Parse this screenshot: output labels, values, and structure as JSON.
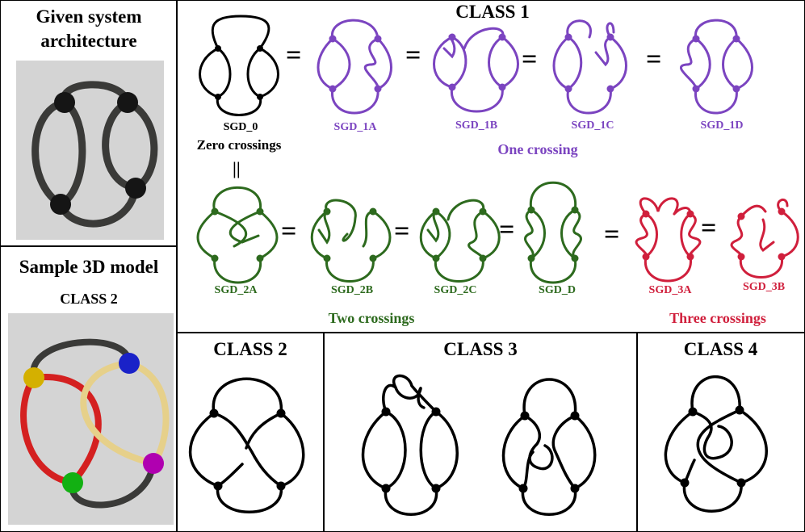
{
  "left_panel": {
    "top_title": "Given system architecture",
    "bottom_title": "Sample 3D model",
    "bottom_subtitle": "CLASS 2"
  },
  "class1": {
    "title": "CLASS 1",
    "diagrams": [
      {
        "label": "SGD_0",
        "color": "#000000"
      },
      {
        "label": "SGD_1A",
        "color": "#7b44c0"
      },
      {
        "label": "SGD_1B",
        "color": "#7b44c0"
      },
      {
        "label": "SGD_1C",
        "color": "#7b44c0"
      },
      {
        "label": "SGD_1D",
        "color": "#7b44c0"
      },
      {
        "label": "SGD_2A",
        "color": "#2d6a1e"
      },
      {
        "label": "SGD_2B",
        "color": "#2d6a1e"
      },
      {
        "label": "SGD_2C",
        "color": "#2d6a1e"
      },
      {
        "label": "SGD_D",
        "color": "#2d6a1e"
      },
      {
        "label": "SGD_3A",
        "color": "#d01f3c"
      },
      {
        "label": "SGD_3B",
        "color": "#d01f3c"
      }
    ],
    "zero_crossings": "Zero crossings",
    "one_crossing": "One crossing",
    "two_crossings": "Two crossings",
    "three_crossings": "Three crossings",
    "equals": "=",
    "vertical_equals": "||"
  },
  "class2": {
    "title": "CLASS 2"
  },
  "class3": {
    "title": "CLASS 3"
  },
  "class4": {
    "title": "CLASS 4"
  },
  "colors": {
    "purple": "#7b44c0",
    "green": "#2d6a1e",
    "red": "#d01f3c",
    "black": "#000000",
    "bead_yellow": "#d4b000",
    "bead_blue": "#1a22c8",
    "bead_magenta": "#b000b0",
    "bead_green": "#12b012",
    "rope_red": "#d42020",
    "rope_tan": "#e6d08a",
    "rope_dark": "#3a3a38"
  }
}
